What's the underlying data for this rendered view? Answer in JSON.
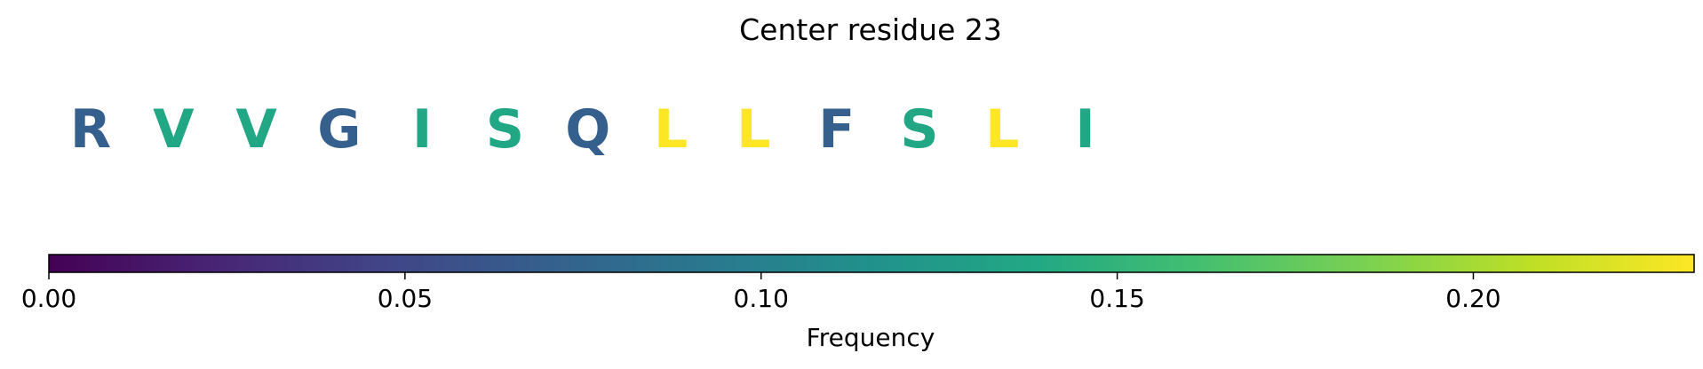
{
  "chart_data": {
    "type": "sequence_logo",
    "title": "Center residue 23",
    "residues": [
      {
        "letter": "R",
        "frequency": 0.069
      },
      {
        "letter": "V",
        "frequency": 0.138
      },
      {
        "letter": "V",
        "frequency": 0.138
      },
      {
        "letter": "G",
        "frequency": 0.069
      },
      {
        "letter": "I",
        "frequency": 0.138
      },
      {
        "letter": "S",
        "frequency": 0.138
      },
      {
        "letter": "Q",
        "frequency": 0.069
      },
      {
        "letter": "L",
        "frequency": 0.231
      },
      {
        "letter": "L",
        "frequency": 0.231
      },
      {
        "letter": "F",
        "frequency": 0.069
      },
      {
        "letter": "S",
        "frequency": 0.138
      },
      {
        "letter": "L",
        "frequency": 0.231
      },
      {
        "letter": "I",
        "frequency": 0.138
      }
    ],
    "colorbar": {
      "label": "Frequency",
      "colormap": "viridis",
      "range": [
        0,
        0.231
      ],
      "ticks": [
        0.0,
        0.05,
        0.1,
        0.15,
        0.2
      ],
      "tick_labels": [
        "0.00",
        "0.05",
        "0.10",
        "0.15",
        "0.20"
      ]
    }
  }
}
